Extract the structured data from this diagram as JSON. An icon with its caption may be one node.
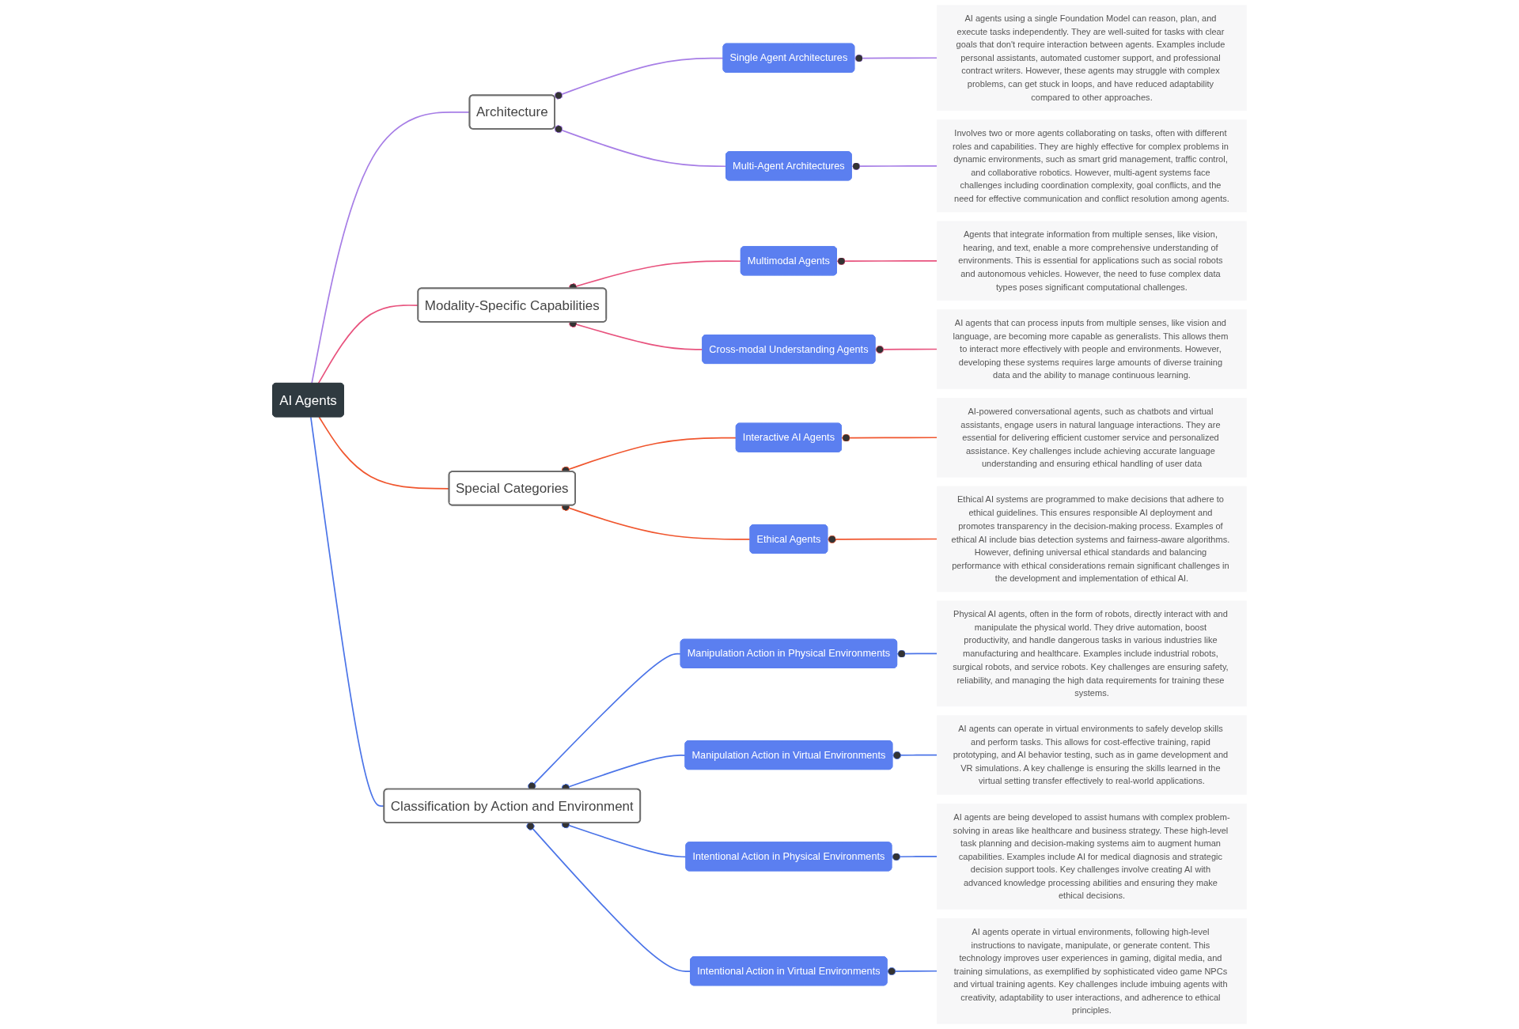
{
  "diagram": {
    "nodes": [
      {
        "text": [
          "AI Agents"
        ]
      },
      {
        "text": [
          "Architecture"
        ]
      },
      {
        "text": [
          "Single Agent Architectures"
        ]
      },
      {
        "text": [
          "AI agents using a single Foundation Model can reason, plan, and execute tasks independently. They are well-suited for tasks with clear goals that don't require interaction between agents. Examples include personal assistants, automated customer support, and professional contract writers. However, these agents may struggle with complex problems, can get stuck in loops, and have reduced adaptability compared to other approaches."
        ]
      },
      {
        "text": [
          "Multi-Agent Architectures"
        ]
      },
      {
        "text": [
          "Involves two or more agents collaborating on tasks, often with different roles and capabilities. They are highly effective for complex problems in dynamic environments, such as smart grid management, traffic control, and collaborative robotics. However, multi-agent systems face challenges including coordination complexity, goal conflicts, and the need for effective communication and conflict resolution among agents."
        ]
      },
      {
        "text": [
          "Modality-Specific Capabilities"
        ]
      },
      {
        "text": [
          "Multimodal Agents"
        ]
      },
      {
        "text": [
          "Agents that integrate information from multiple senses, like vision, hearing, and text, enable a more comprehensive understanding of environments. This is essential for applications such as social robots and autonomous vehicles. However, the need to fuse complex data types poses significant computational challenges."
        ]
      },
      {
        "text": [
          "Cross-modal Understanding Agents"
        ]
      },
      {
        "text": [
          "AI agents that can process inputs from multiple senses, like vision and language, are becoming more capable as generalists. This allows them to interact more effectively with people and environments. However, developing these systems requires large amounts of diverse training data and the ability to manage continuous learning."
        ]
      },
      {
        "text": [
          "Special Categories"
        ]
      },
      {
        "text": [
          "Interactive AI Agents"
        ]
      },
      {
        "text": [
          "AI-powered conversational agents, such as chatbots and virtual assistants, engage users in natural language interactions. They are essential for delivering efficient customer service and personalized assistance. Key challenges include achieving accurate language understanding and ensuring ethical handling of user data"
        ]
      },
      {
        "text": [
          "Ethical Agents"
        ]
      },
      {
        "text": [
          "Ethical AI systems are programmed to make decisions that adhere to ethical guidelines. This ensures responsible AI deployment and promotes transparency in the decision-making process. Examples of ethical AI include bias detection systems and fairness-aware algorithms. However, defining universal ethical standards and balancing performance with ethical considerations remain significant challenges in the development and implementation of ethical AI."
        ]
      },
      {
        "text": [
          "Classification by Action and Environment"
        ]
      },
      {
        "text": [
          "Manipulation Action in Physical Environments"
        ]
      },
      {
        "text": [
          "Physical AI agents, often in the form of robots, directly interact with and manipulate the physical world. They drive automation, boost productivity, and handle dangerous tasks in various industries like manufacturing and healthcare. Examples include industrial robots, surgical robots, and service robots. Key challenges are ensuring safety, reliability, and managing the high data requirements for training these systems."
        ]
      },
      {
        "text": [
          "Manipulation Action in Virtual Environments"
        ]
      },
      {
        "text": [
          "AI agents can operate in virtual environments to safely develop skills and perform tasks. This allows for cost-effective training, rapid prototyping, and AI behavior testing, such as in game development and VR simulations. A key challenge is ensuring the skills learned in the virtual setting transfer effectively to real-world applications."
        ]
      },
      {
        "text": [
          "Intentional Action in Physical Environments"
        ]
      },
      {
        "text": [
          "AI agents are being developed to assist humans with complex problem-solving in areas like healthcare and business strategy. These high-level task planning and decision-making systems aim to augment human capabilities. Examples include AI for medical diagnosis and strategic decision support tools. Key challenges involve creating AI with advanced knowledge processing abilities and ensuring they make ethical decisions."
        ]
      },
      {
        "text": [
          "Intentional Action in Virtual Environments"
        ]
      },
      {
        "text": [
          "AI agents operate in virtual environments, following high-level instructions to navigate, manipulate, or generate content. This technology improves user experiences in gaming, digital media, and training simulations, as exemplified by sophisticated video game NPCs and virtual training agents. Key challenges include imbuing agents with creativity, adaptability to user interactions, and adherence to ethical principles."
        ]
      }
    ],
    "edges": [
      {
        "from": 0,
        "to": 1,
        "arrow": "none",
        "color": "#a77ee6"
      },
      {
        "from": 1,
        "to": 2,
        "arrow": "other",
        "color": "#a77ee6"
      },
      {
        "from": 2,
        "to": 3,
        "arrow": "other",
        "color": "#a77ee6"
      },
      {
        "from": 1,
        "to": 4,
        "arrow": "other",
        "color": "#a77ee6"
      },
      {
        "from": 4,
        "to": 5,
        "arrow": "other",
        "color": "#a77ee6"
      },
      {
        "from": 0,
        "to": 6,
        "arrow": "none",
        "color": "#e8537e"
      },
      {
        "from": 6,
        "to": 7,
        "arrow": "other",
        "color": "#e8537e"
      },
      {
        "from": 7,
        "to": 8,
        "arrow": "other",
        "color": "#e8537e"
      },
      {
        "from": 6,
        "to": 9,
        "arrow": "other",
        "color": "#e8537e"
      },
      {
        "from": 9,
        "to": 10,
        "arrow": "other",
        "color": "#e8537e"
      },
      {
        "from": 0,
        "to": 11,
        "arrow": "none",
        "color": "#f0562e"
      },
      {
        "from": 11,
        "to": 12,
        "arrow": "other",
        "color": "#f0562e"
      },
      {
        "from": 12,
        "to": 13,
        "arrow": "other",
        "color": "#f0562e"
      },
      {
        "from": 11,
        "to": 14,
        "arrow": "other",
        "color": "#f0562e"
      },
      {
        "from": 14,
        "to": 15,
        "arrow": "other",
        "color": "#f0562e"
      },
      {
        "from": 0,
        "to": 16,
        "arrow": "none"
      },
      {
        "from": 16,
        "to": 17,
        "arrow": "other"
      },
      {
        "from": 17,
        "to": 18,
        "arrow": "other"
      },
      {
        "from": 16,
        "to": 19,
        "arrow": "other"
      },
      {
        "from": 19,
        "to": 20,
        "arrow": "other"
      },
      {
        "from": 16,
        "to": 21,
        "arrow": "other"
      },
      {
        "from": 21,
        "to": 22,
        "arrow": "other"
      },
      {
        "from": 16,
        "to": 23,
        "arrow": "other"
      },
      {
        "from": 23,
        "to": 24,
        "arrow": "other"
      }
    ]
  }
}
